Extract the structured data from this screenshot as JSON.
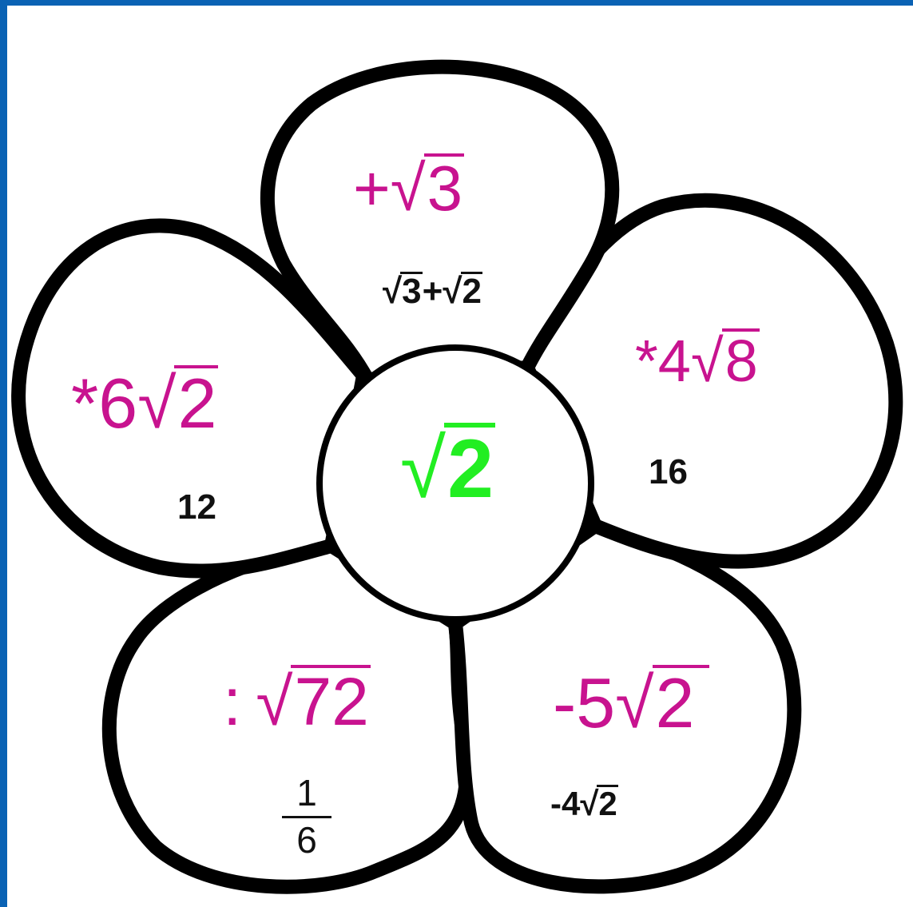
{
  "colors": {
    "frame": "#0a62b4",
    "operation": "#c8138f",
    "center": "#22ee22",
    "result": "#111111"
  },
  "center": {
    "root": "√",
    "value": "2"
  },
  "petals": {
    "top": {
      "op_sign": "+",
      "op_root": "√",
      "op_radicand": "3",
      "res_root1": "√",
      "res_radicand1": "3",
      "res_plus": "+",
      "res_root2": "√",
      "res_radicand2": "2"
    },
    "right": {
      "op_sign": "*4",
      "op_root": "√",
      "op_radicand": "8",
      "result": "16"
    },
    "left": {
      "op_sign": "*6",
      "op_root": "√",
      "op_radicand": "2",
      "result": "12"
    },
    "bottom_left": {
      "op_sign": ":",
      "op_root": "√",
      "op_radicand": "72",
      "res_numerator": "1",
      "res_denominator": "6"
    },
    "bottom_right": {
      "op_sign": "-5",
      "op_root": "√",
      "op_radicand": "2",
      "res_sign": "-4",
      "res_root": "√",
      "res_radicand": "2"
    }
  }
}
